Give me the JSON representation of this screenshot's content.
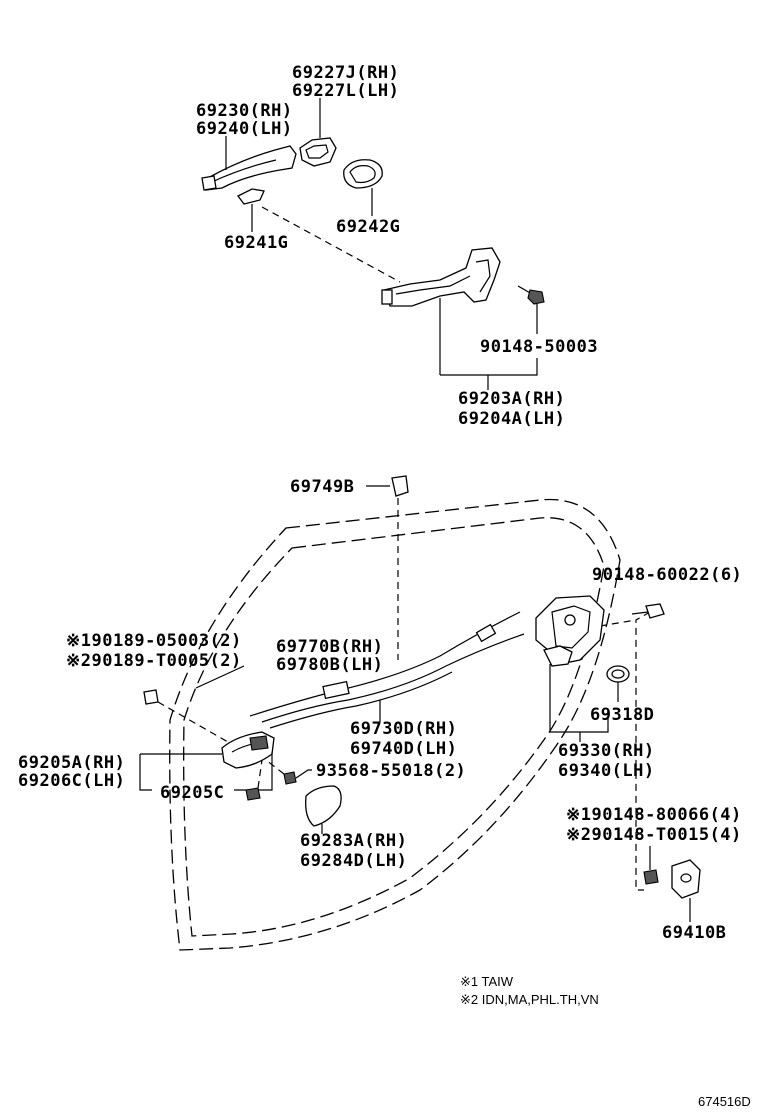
{
  "labels": {
    "p69227j": "69227J(RH)",
    "p69227l": "69227L(LH)",
    "p69230": "69230(RH)",
    "p69240": "69240(LH)",
    "p69241g": "69241G",
    "p69242g": "69242G",
    "p90148_50003": "90148-50003",
    "p69203a": "69203A(RH)",
    "p69204a": "69204A(LH)",
    "p69749b": "69749B",
    "p90148_60022": "90148-60022(6)",
    "p90189_05003": "※190189-05003(2)",
    "p90189_t0005": "※290189-T0005(2)",
    "p69770b": "69770B(RH)",
    "p69780b": "69780B(LH)",
    "p69318d": "69318D",
    "p69730d": "69730D(RH)",
    "p69740d": "69740D(LH)",
    "p69330": "69330(RH)",
    "p69340": "69340(LH)",
    "p69205a": "69205A(RH)",
    "p69206c": "69206C(LH)",
    "p93568_55018": "93568-55018(2)",
    "p69205c": "69205C",
    "p90148_80066": "※190148-80066(4)",
    "p90148_t0015": "※290148-T0015(4)",
    "p69283a": "69283A(RH)",
    "p69284d": "69284D(LH)",
    "p69410b": "69410B"
  },
  "notes": {
    "note1": "※1 TAIW",
    "note2": "※2 IDN,MA,PHL.TH,VN"
  },
  "reference": "674516D"
}
